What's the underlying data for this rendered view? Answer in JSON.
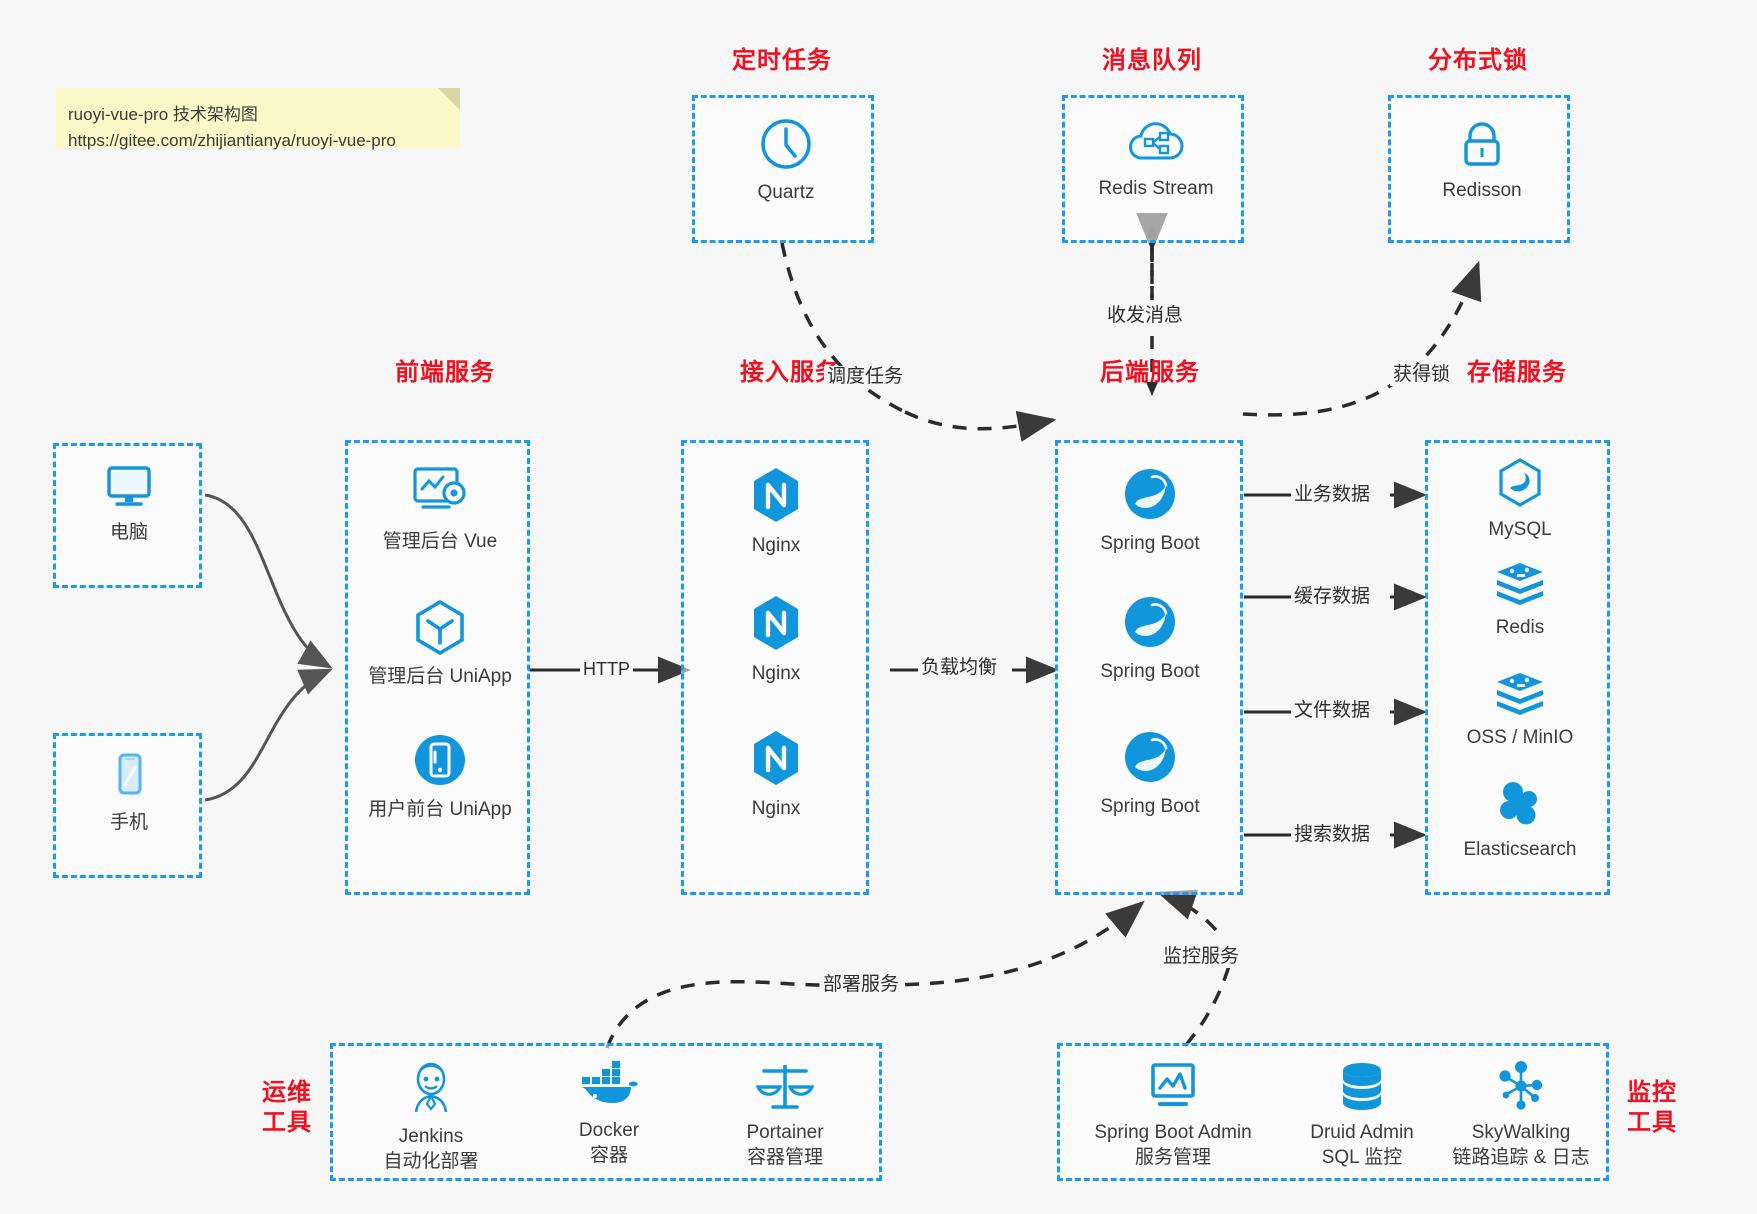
{
  "note": {
    "line1": "ruoyi-vue-pro 技术架构图",
    "line2": "https://gitee.com/zhijiantianya/ruoyi-vue-pro"
  },
  "colors": {
    "group_border": "#1a9bf0",
    "group_title": "#ef1020",
    "icon_blue": "#1296db",
    "note_bg": "#fbf8c8",
    "page_bg": "#f7f7f7",
    "edge": "#3a3a3a"
  },
  "groups": {
    "scheduler": {
      "title": "定时任务",
      "items": [
        {
          "label": "Quartz",
          "icon": "clock-icon"
        }
      ]
    },
    "mq": {
      "title": "消息队列",
      "items": [
        {
          "label": "Redis Stream",
          "icon": "cloud-stream-icon"
        }
      ]
    },
    "lock": {
      "title": "分布式锁",
      "items": [
        {
          "label": "Redisson",
          "icon": "lock-icon"
        }
      ]
    },
    "clients": {
      "items": [
        {
          "label": "电脑",
          "icon": "desktop-monitor-icon"
        },
        {
          "label": "手机",
          "icon": "mobile-phone-icon"
        }
      ]
    },
    "frontend": {
      "title": "前端服务",
      "items": [
        {
          "label": "管理后台 Vue",
          "icon": "dashboard-gear-icon"
        },
        {
          "label": "管理后台 UniApp",
          "icon": "hexagon-cube-icon"
        },
        {
          "label": "用户前台 UniApp",
          "icon": "app-circle-icon"
        }
      ]
    },
    "gateway": {
      "title": "接入服务",
      "items": [
        {
          "label": "Nginx",
          "icon": "nginx-icon"
        },
        {
          "label": "Nginx",
          "icon": "nginx-icon"
        },
        {
          "label": "Nginx",
          "icon": "nginx-icon"
        }
      ]
    },
    "backend": {
      "title": "后端服务",
      "items": [
        {
          "label": "Spring Boot",
          "icon": "spring-leaf-icon"
        },
        {
          "label": "Spring Boot",
          "icon": "spring-leaf-icon"
        },
        {
          "label": "Spring Boot",
          "icon": "spring-leaf-icon"
        }
      ]
    },
    "storage": {
      "title": "存储服务",
      "items": [
        {
          "label": "MySQL",
          "icon": "mysql-dolphin-icon"
        },
        {
          "label": "Redis",
          "icon": "redis-stack-icon"
        },
        {
          "label": "OSS / MinIO",
          "icon": "redis-stack-icon"
        },
        {
          "label": "Elasticsearch",
          "icon": "elasticsearch-icon"
        }
      ]
    },
    "devops": {
      "title": "运维\n工具",
      "title_line1": "运维",
      "title_line2": "工具",
      "items": [
        {
          "label": "Jenkins",
          "sublabel": "自动化部署",
          "icon": "jenkins-butler-icon"
        },
        {
          "label": "Docker",
          "sublabel": "容器",
          "icon": "docker-whale-icon"
        },
        {
          "label": "Portainer",
          "sublabel": "容器管理",
          "icon": "scales-balance-icon"
        }
      ]
    },
    "monitor": {
      "title_line1": "监控",
      "title_line2": "工具",
      "items": [
        {
          "label": "Spring Boot Admin",
          "sublabel": "服务管理",
          "icon": "monitor-chart-icon"
        },
        {
          "label": "Druid Admin",
          "sublabel": "SQL 监控",
          "icon": "database-stack-icon"
        },
        {
          "label": "SkyWalking",
          "sublabel": "链路追踪 & 日志",
          "icon": "skywalking-node-icon"
        }
      ]
    }
  },
  "edges": [
    {
      "id": "http",
      "label": "HTTP"
    },
    {
      "id": "lb",
      "label": "负载均衡"
    },
    {
      "id": "schedule",
      "label": "调度任务"
    },
    {
      "id": "mq",
      "label": "收发消息"
    },
    {
      "id": "lock",
      "label": "获得锁"
    },
    {
      "id": "biz",
      "label": "业务数据"
    },
    {
      "id": "cache",
      "label": "缓存数据"
    },
    {
      "id": "file",
      "label": "文件数据"
    },
    {
      "id": "search",
      "label": "搜索数据"
    },
    {
      "id": "deploy",
      "label": "部署服务"
    },
    {
      "id": "observe",
      "label": "监控服务"
    }
  ]
}
